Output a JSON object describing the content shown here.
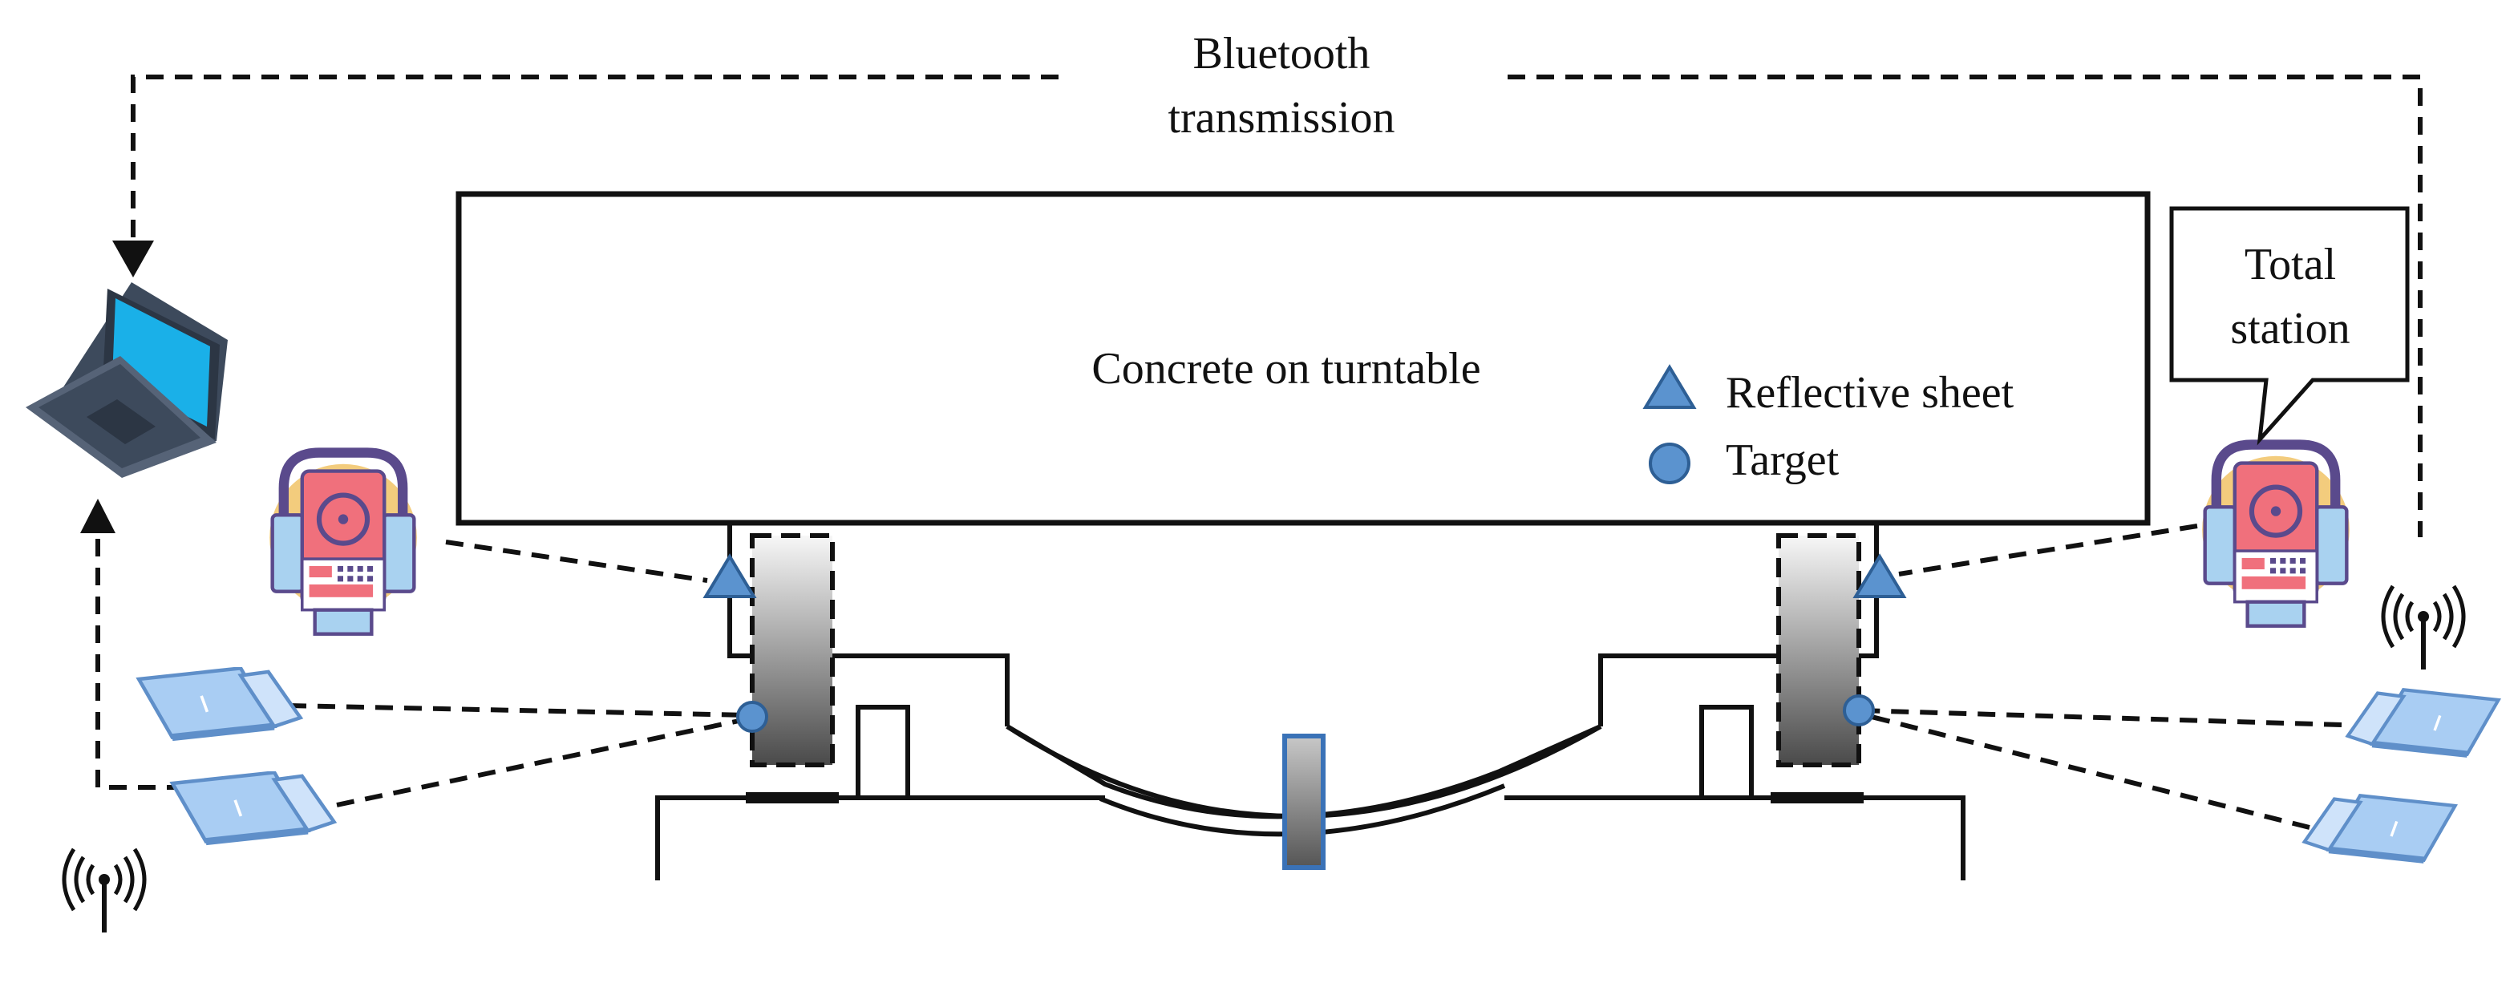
{
  "labels": {
    "bluetooth_line1": "Bluetooth",
    "bluetooth_line2": "transmission",
    "concrete": "Concrete on turntable",
    "total_station_line1": "Total",
    "total_station_line2": "station"
  },
  "legend": {
    "reflective_sheet": "Reflective sheet",
    "target": "Target"
  },
  "colors": {
    "line": "#111111",
    "marker_fill": "#5b93cf",
    "marker_stroke": "#2e5f95",
    "laptop_screen": "#1ab0e8",
    "laptop_body": "#3d4a5c",
    "station_red": "#f0707c",
    "station_blue": "#a9d2f0",
    "station_circle": "#f3cc7d",
    "station_frame": "#5a4a8c",
    "panel_blue": "#a9cdf3",
    "panel_edge": "#5f8fc9"
  },
  "icons": {
    "laptop": "laptop-icon",
    "total_station": "total-station-icon",
    "gnss_receiver": "gnss-receiver-icon",
    "wireless": "wireless-antenna-icon"
  }
}
